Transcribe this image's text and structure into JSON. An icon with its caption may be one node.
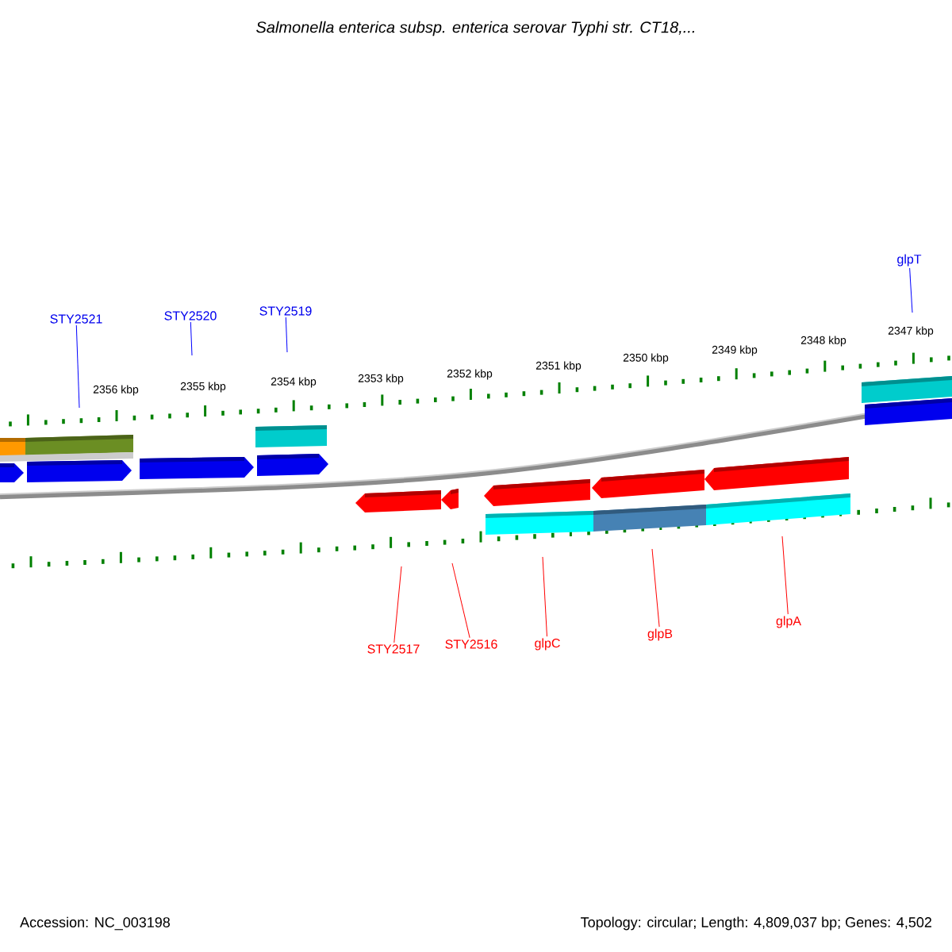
{
  "diagram": {
    "title": "Salmonella enterica subsp. enterica serovar Typhi str. CT18,...",
    "nodes": [
      {
        "text": [
          "STY2521"
        ]
      },
      {
        "text": [
          "STY2520"
        ]
      },
      {
        "text": [
          "STY2519"
        ]
      },
      {
        "text": [
          "glpT"
        ]
      },
      {
        "text": [
          "STY2517"
        ]
      },
      {
        "text": [
          "STY2516"
        ]
      },
      {
        "text": [
          "glpC"
        ]
      },
      {
        "text": [
          "glpB"
        ]
      },
      {
        "text": [
          "glpA"
        ]
      }
    ],
    "edges": [
      {
        "from": 0,
        "to": null,
        "arrow": "none",
        "color": "#0000ff"
      },
      {
        "from": 1,
        "to": null,
        "arrow": "none",
        "color": "#0000ff"
      },
      {
        "from": 2,
        "to": null,
        "arrow": "none",
        "color": "#0000ff"
      },
      {
        "from": 3,
        "to": null,
        "arrow": "none",
        "color": "#0000ff"
      },
      {
        "from": 4,
        "to": null,
        "arrow": "none"
      },
      {
        "from": 5,
        "to": null,
        "arrow": "none"
      },
      {
        "from": 6,
        "to": null,
        "arrow": "none"
      },
      {
        "from": 7,
        "to": null,
        "arrow": "none"
      },
      {
        "from": 8,
        "to": null,
        "arrow": "none"
      }
    ],
    "labels": [
      "2356 kbp",
      "2355 kbp",
      "2354 kbp",
      "2353 kbp",
      "2352 kbp",
      "2351 kbp",
      "2350 kbp",
      "2349 kbp",
      "2348 kbp",
      "2347 kbp",
      "Accession: NC_003198",
      "Topology: circular; Length: 4,809,037 bp; Genes: 4,502"
    ]
  }
}
